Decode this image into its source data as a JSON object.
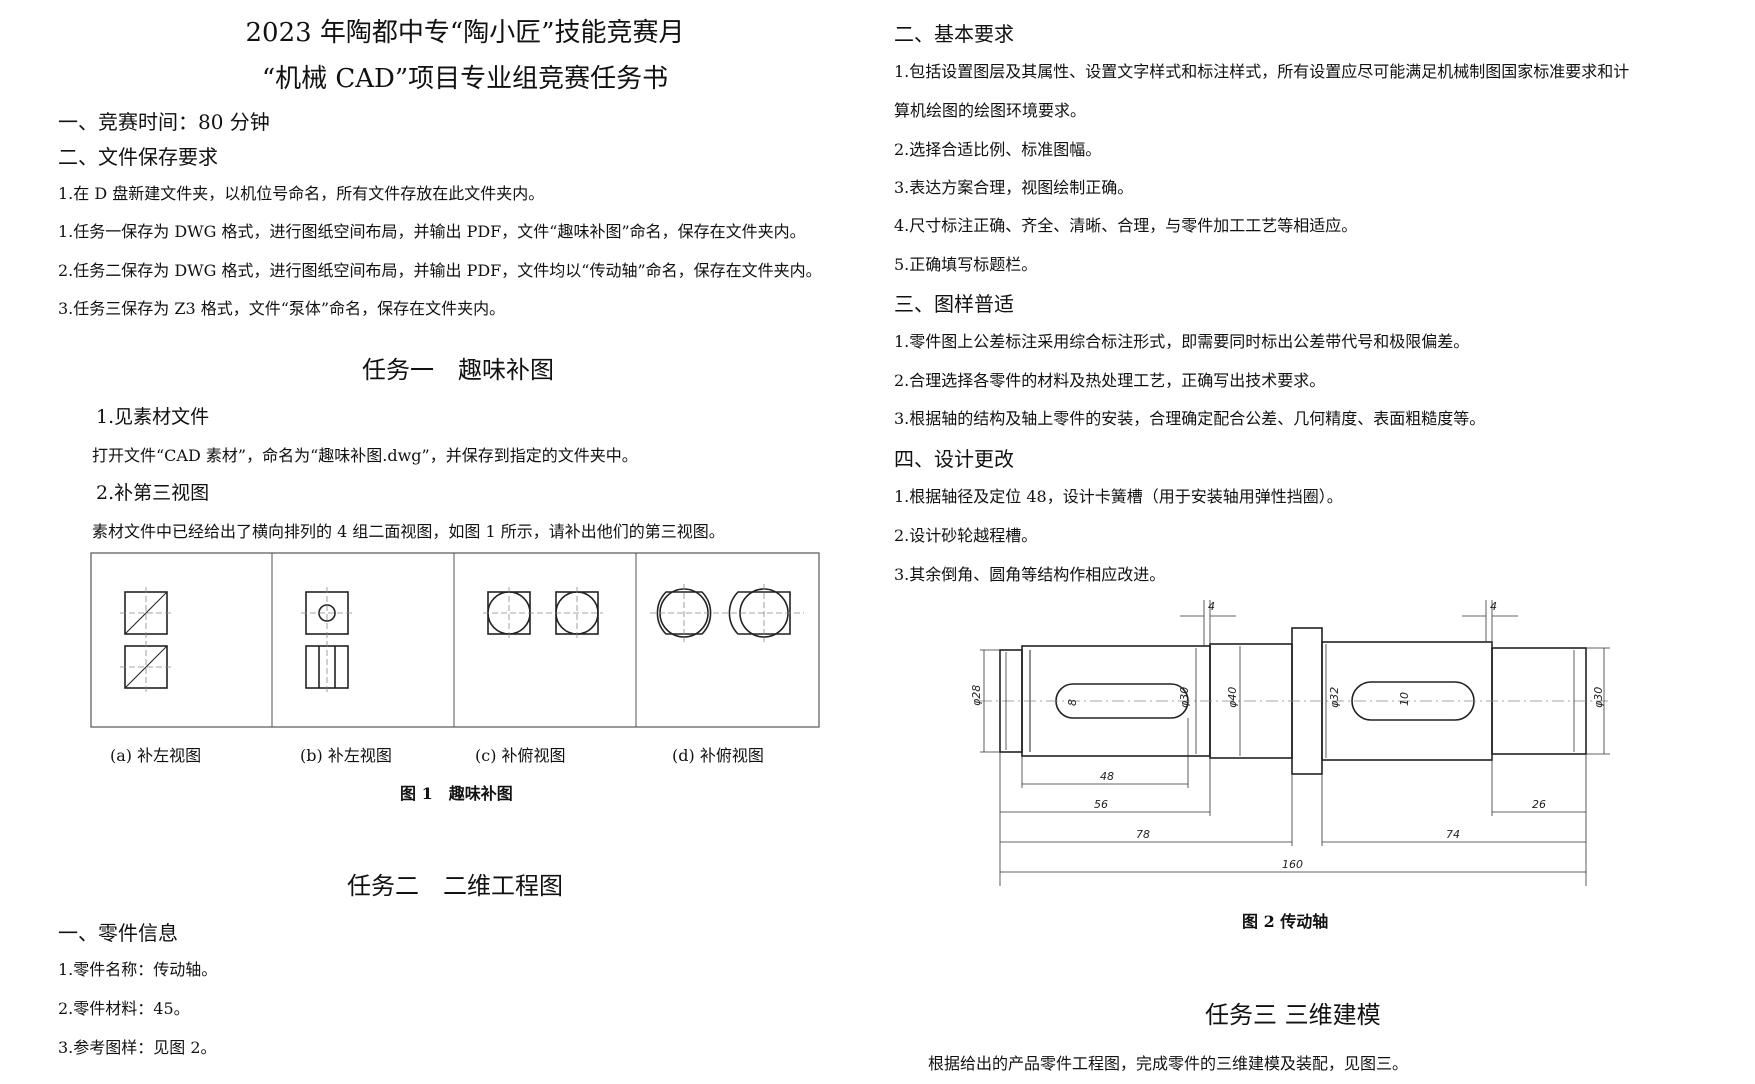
{
  "left": {
    "title1": "2023 年陶都中专“陶小匠”技能竞赛月",
    "title2": "“机械 CAD”项目专业组竞赛任务书",
    "s1": "一、竞赛时间：80 分钟",
    "s2": "二、文件保存要求",
    "file_reqs": [
      "1.在 D 盘新建文件夹，以机位号命名，所有文件存放在此文件夹内。",
      "1.任务一保存为 DWG 格式，进行图纸空间布局，并输出 PDF，文件“趣味补图”命名，保存在文件夹内。",
      "2.任务二保存为 DWG 格式，进行图纸空间布局，并输出 PDF，文件均以“传动轴”命名，保存在文件夹内。",
      "3.任务三保存为 Z3 格式，文件“泵体”命名，保存在文件夹内。"
    ],
    "task1": "任务一　趣味补图",
    "t1_sub1": "1.见素材文件",
    "t1_p1": "打开文件“CAD 素材”，命名为“趣味补图.dwg”，并保存到指定的文件夹中。",
    "t1_sub2": "2.补第三视图",
    "t1_p2": "素材文件中已经给出了横向排列的 4 组二面视图，如图 1 所示，请补出他们的第三视图。",
    "fig1_labels": [
      "(a)  补左视图",
      "(b)  补左视图",
      "(c)  补俯视图",
      "(d)  补俯视图"
    ],
    "fig1_caption": "图 1　趣味补图",
    "task2": "任务二　二维工程图",
    "part_h": "一、零件信息",
    "part_info": [
      "1.零件名称：传动轴。",
      "2.零件材料：45。",
      "3.参考图样：见图 2。"
    ]
  },
  "right": {
    "basic_h": "二、基本要求",
    "basic": [
      "1.包括设置图层及其属性、设置文字样式和标注样式，所有设置应尽可能满足机械制图国家标准要求和计",
      "算机绘图的绘图环境要求。",
      "2.选择合适比例、标准图幅。",
      "3.表达方案合理，视图绘制正确。",
      "4.尺寸标注正确、齐全、清晰、合理，与零件加工工艺等相适应。",
      "5.正确填写标题栏。"
    ],
    "img_h": "三、图样普适",
    "img": [
      "1.零件图上公差标注采用综合标注形式，即需要同时标出公差带代号和极限偏差。",
      "2.合理选择各零件的材料及热处理工艺，正确写出技术要求。",
      "3.根据轴的结构及轴上零件的安装，合理确定配合公差、几何精度、表面粗糙度等。"
    ],
    "chg_h": "四、设计更改",
    "chg": [
      "1.根据轴径及定位 48，设计卡簧槽（用于安装轴用弹性挡圈）。",
      "2.设计砂轮越程槽。",
      "3.其余倒角、圆角等结构作相应改进。"
    ],
    "dims": {
      "d28": "φ28",
      "d30a": "φ30",
      "d40": "φ40",
      "d32": "φ32",
      "d30b": "φ30",
      "k8": "8",
      "k10": "10",
      "g1": "4",
      "g2": "4",
      "l48": "48",
      "l56": "56",
      "l78": "78",
      "l74": "74",
      "l26": "26",
      "l160": "160"
    },
    "fig2_caption": "图 2 传动轴",
    "task3": "任务三 三维建模",
    "t3_p": "根据给出的产品零件工程图，完成零件的三维建模及装配，见图三。"
  }
}
